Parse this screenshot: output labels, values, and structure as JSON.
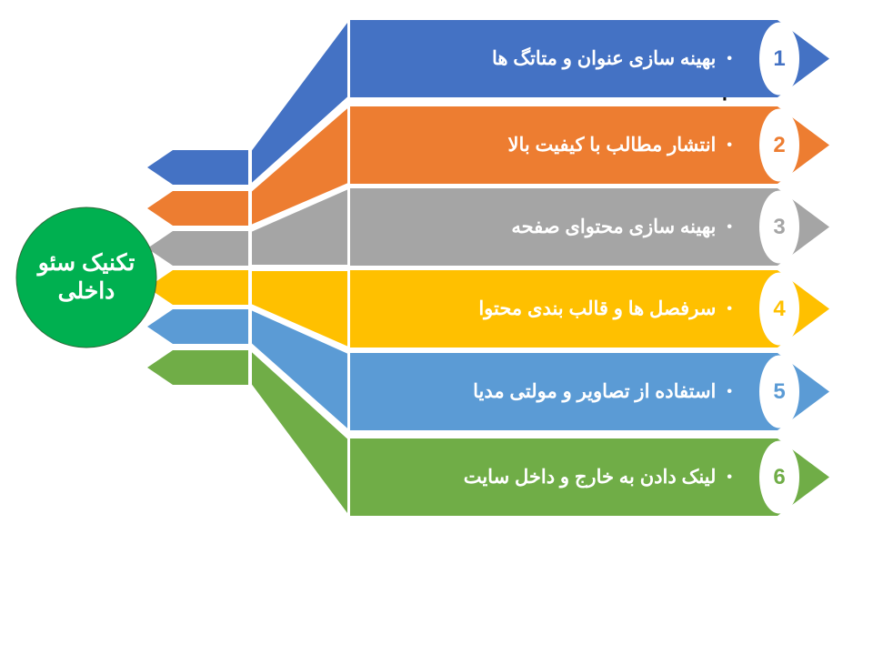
{
  "title": "Arrow stripes 1",
  "center": {
    "label": "تکنیک سئو داخلی",
    "color": "#00B050"
  },
  "items": [
    {
      "number": "1",
      "text": "بهینه سازی عنوان و متاتگ ها",
      "color": "#4472C4"
    },
    {
      "number": "2",
      "text": "انتشار مطالب با کیفیت بالا",
      "color": "#ED7D31"
    },
    {
      "number": "3",
      "text": "بهینه سازی محتوای صفحه",
      "color": "#A5A5A5"
    },
    {
      "number": "4",
      "text": "سرفصل ها و قالب بندی محتوا",
      "color": "#FFC000"
    },
    {
      "number": "5",
      "text": "استفاده از تصاویر و مولتی مدیا",
      "color": "#5B9BD5"
    },
    {
      "number": "6",
      "text": "لینک دادن به خارج و داخل سایت",
      "color": "#70AD47"
    }
  ],
  "bullet": "•"
}
